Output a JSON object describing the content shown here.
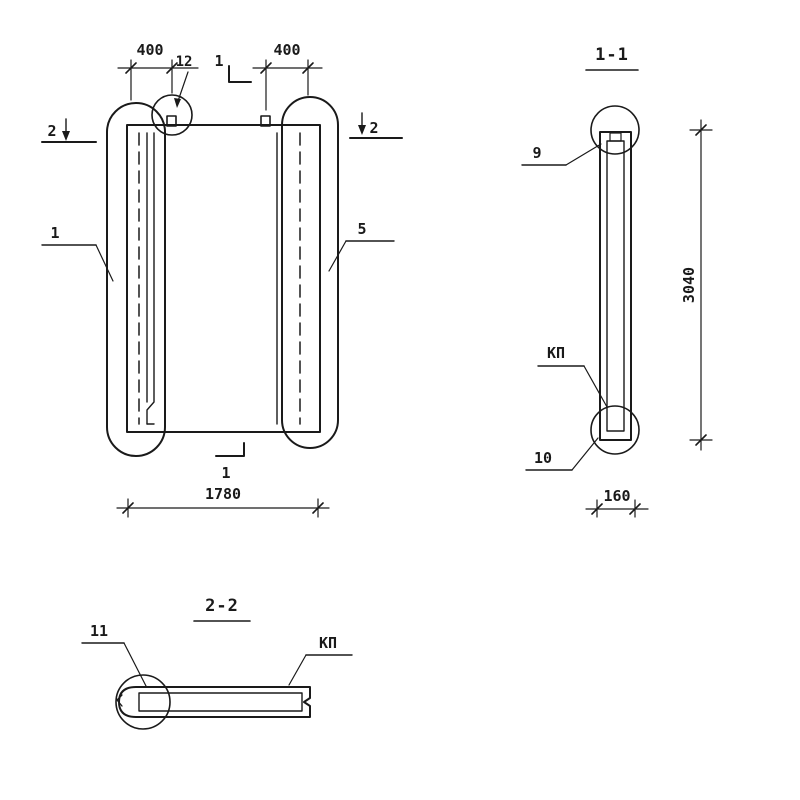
{
  "page": {
    "background": "#ffffff",
    "ink": "#1a1a1a",
    "kind": "structural panel engineering drawing"
  },
  "front_view": {
    "dim_top_left": "400",
    "dim_top_right": "400",
    "dim_bottom": "1780",
    "label_12": "12",
    "callout_1": "1",
    "callout_5": "5",
    "section_mark_1_top": "1",
    "section_mark_1_bottom": "1",
    "section_mark_2_left": "2",
    "section_mark_2_right": "2"
  },
  "section_1_1": {
    "title": "1-1",
    "callout_9": "9",
    "callout_10": "10",
    "label_kp": "КП",
    "dim_height": "3040",
    "dim_width": "160"
  },
  "section_2_2": {
    "title": "2-2",
    "callout_11": "11",
    "label_kp": "КП"
  }
}
